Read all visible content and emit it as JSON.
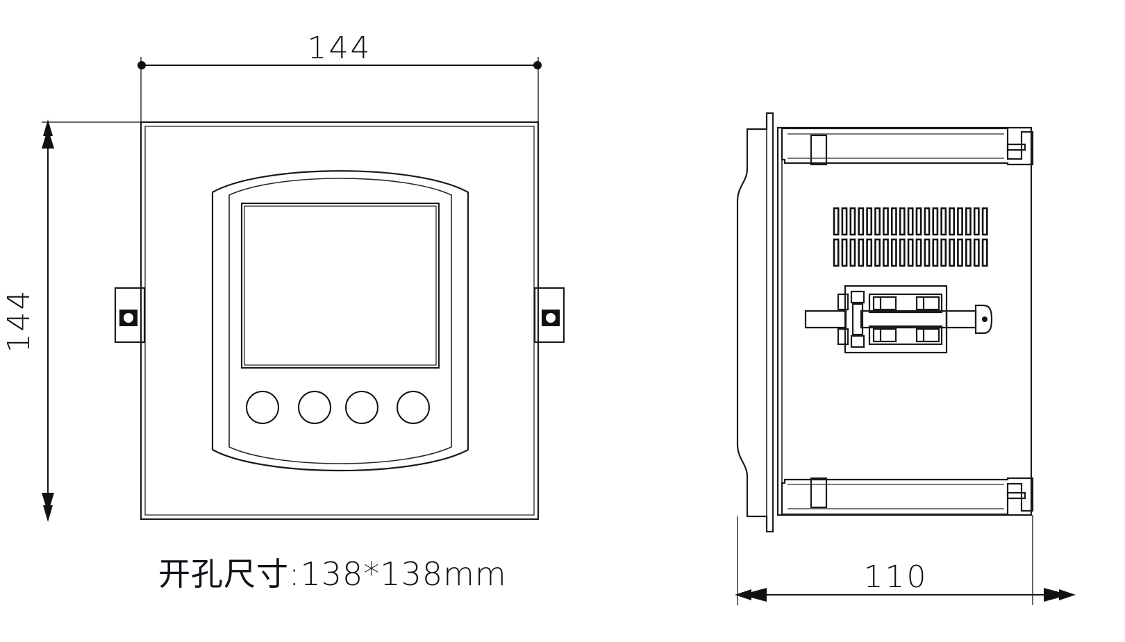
{
  "drawing": {
    "title": "Panel Meter Outline / Cut-out Dimension Drawing",
    "units": "mm",
    "line_color": "#1a1a1a",
    "background_color": "#ffffff"
  },
  "front_view": {
    "name": "front-view",
    "width_dimension": {
      "label": "144",
      "value": 144,
      "unit": "mm",
      "orientation": "horizontal",
      "position": "top",
      "terminator": "dot"
    },
    "height_dimension": {
      "label": "144",
      "value": 144,
      "unit": "mm",
      "orientation": "vertical",
      "position": "left",
      "terminator": "arrow"
    },
    "cutout_note": {
      "label": "开孔尺寸:138*138mm",
      "prefix": "开孔尺寸:",
      "value": "138*138",
      "unit": "mm"
    },
    "buttons": [
      {
        "label": "button-1"
      },
      {
        "label": "button-2"
      },
      {
        "label": "button-3"
      },
      {
        "label": "button-4"
      }
    ],
    "button_count": 4,
    "display_label": "lcd-display",
    "mounting_clips": [
      {
        "label": "left-mounting-clip",
        "side": "left"
      },
      {
        "label": "right-mounting-clip",
        "side": "right"
      }
    ]
  },
  "side_view": {
    "name": "side-view",
    "depth_dimension": {
      "label": "110",
      "value": 110,
      "unit": "mm",
      "orientation": "horizontal",
      "position": "bottom",
      "terminator": "arrow"
    },
    "vent_grille": {
      "label": "ventilation-grille",
      "rows": 2,
      "slots_per_row": 19
    },
    "terminal_block_label": "terminal-block",
    "brackets": [
      {
        "label": "top-mounting-bracket"
      },
      {
        "label": "bottom-mounting-bracket"
      }
    ],
    "bezel_label": "front-bezel-profile"
  }
}
